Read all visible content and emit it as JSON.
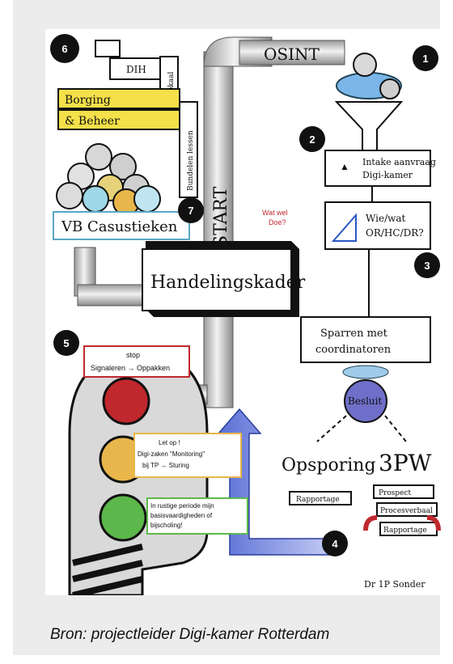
{
  "caption": "Bron: projectleider Digi-kamer Rotterdam",
  "sketch": {
    "osint": "OSINT",
    "start": "START",
    "handelingskader": "Handelingskader",
    "vb_casustieken": "VB Casustieken",
    "dih": "DIH",
    "borging_beheer_1": "Borging",
    "borging_beheer_2": "& Beheer",
    "lokaal": "lokaal",
    "bundels_lessen": "Bundelen lessen",
    "intake_1": "Intake aanvraag",
    "intake_2": "Digi-kamer",
    "wie_wat_1": "Wie/wat",
    "wie_wat_2": "OR/HC/DR?",
    "note_red_1": "Wat wel",
    "note_red_2": "Doe?",
    "sparren_1": "Sparren met",
    "sparren_2": "coordinatoren",
    "besluit": "Besluit",
    "opsporing": "Opsporing",
    "threepw": "3PW",
    "rapportage_1": "Rapportage",
    "threepw_box_1": "Prospect",
    "threepw_box_2": "Procesverbaal",
    "threepw_box_3": "Rapportage",
    "signature": "Dr 1P Sonder",
    "traffic_header_1": "stop",
    "traffic_header_2": "Signaleren → Oppakken",
    "traffic_note_1_a": "Let op !",
    "traffic_note_1_b": "Digi-zaken \"Monitoring\"",
    "traffic_note_1_c": "bij TP → Sturing",
    "traffic_note_2_a": "In rustige periode mijn",
    "traffic_note_2_b": "basisvaardigheden of",
    "traffic_note_2_c": "bijscholing!",
    "numbers": [
      "1",
      "2",
      "3",
      "4",
      "5",
      "6",
      "7"
    ]
  }
}
